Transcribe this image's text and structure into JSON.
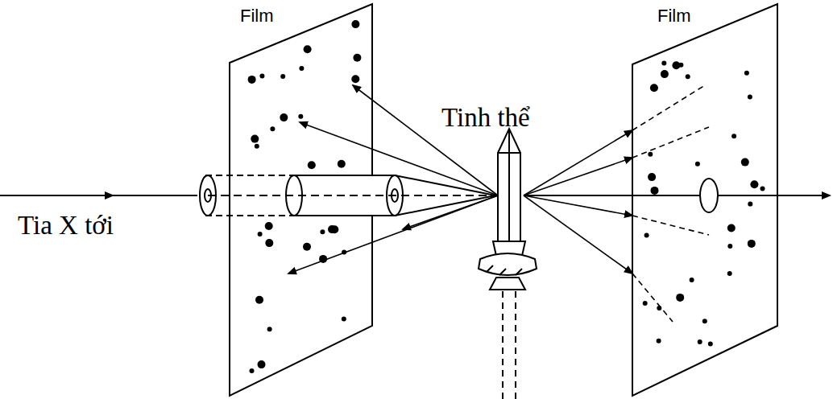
{
  "diagram": {
    "labels": [
      "Film",
      "Film",
      "Tinh thể",
      "Tia X tới"
    ]
  }
}
